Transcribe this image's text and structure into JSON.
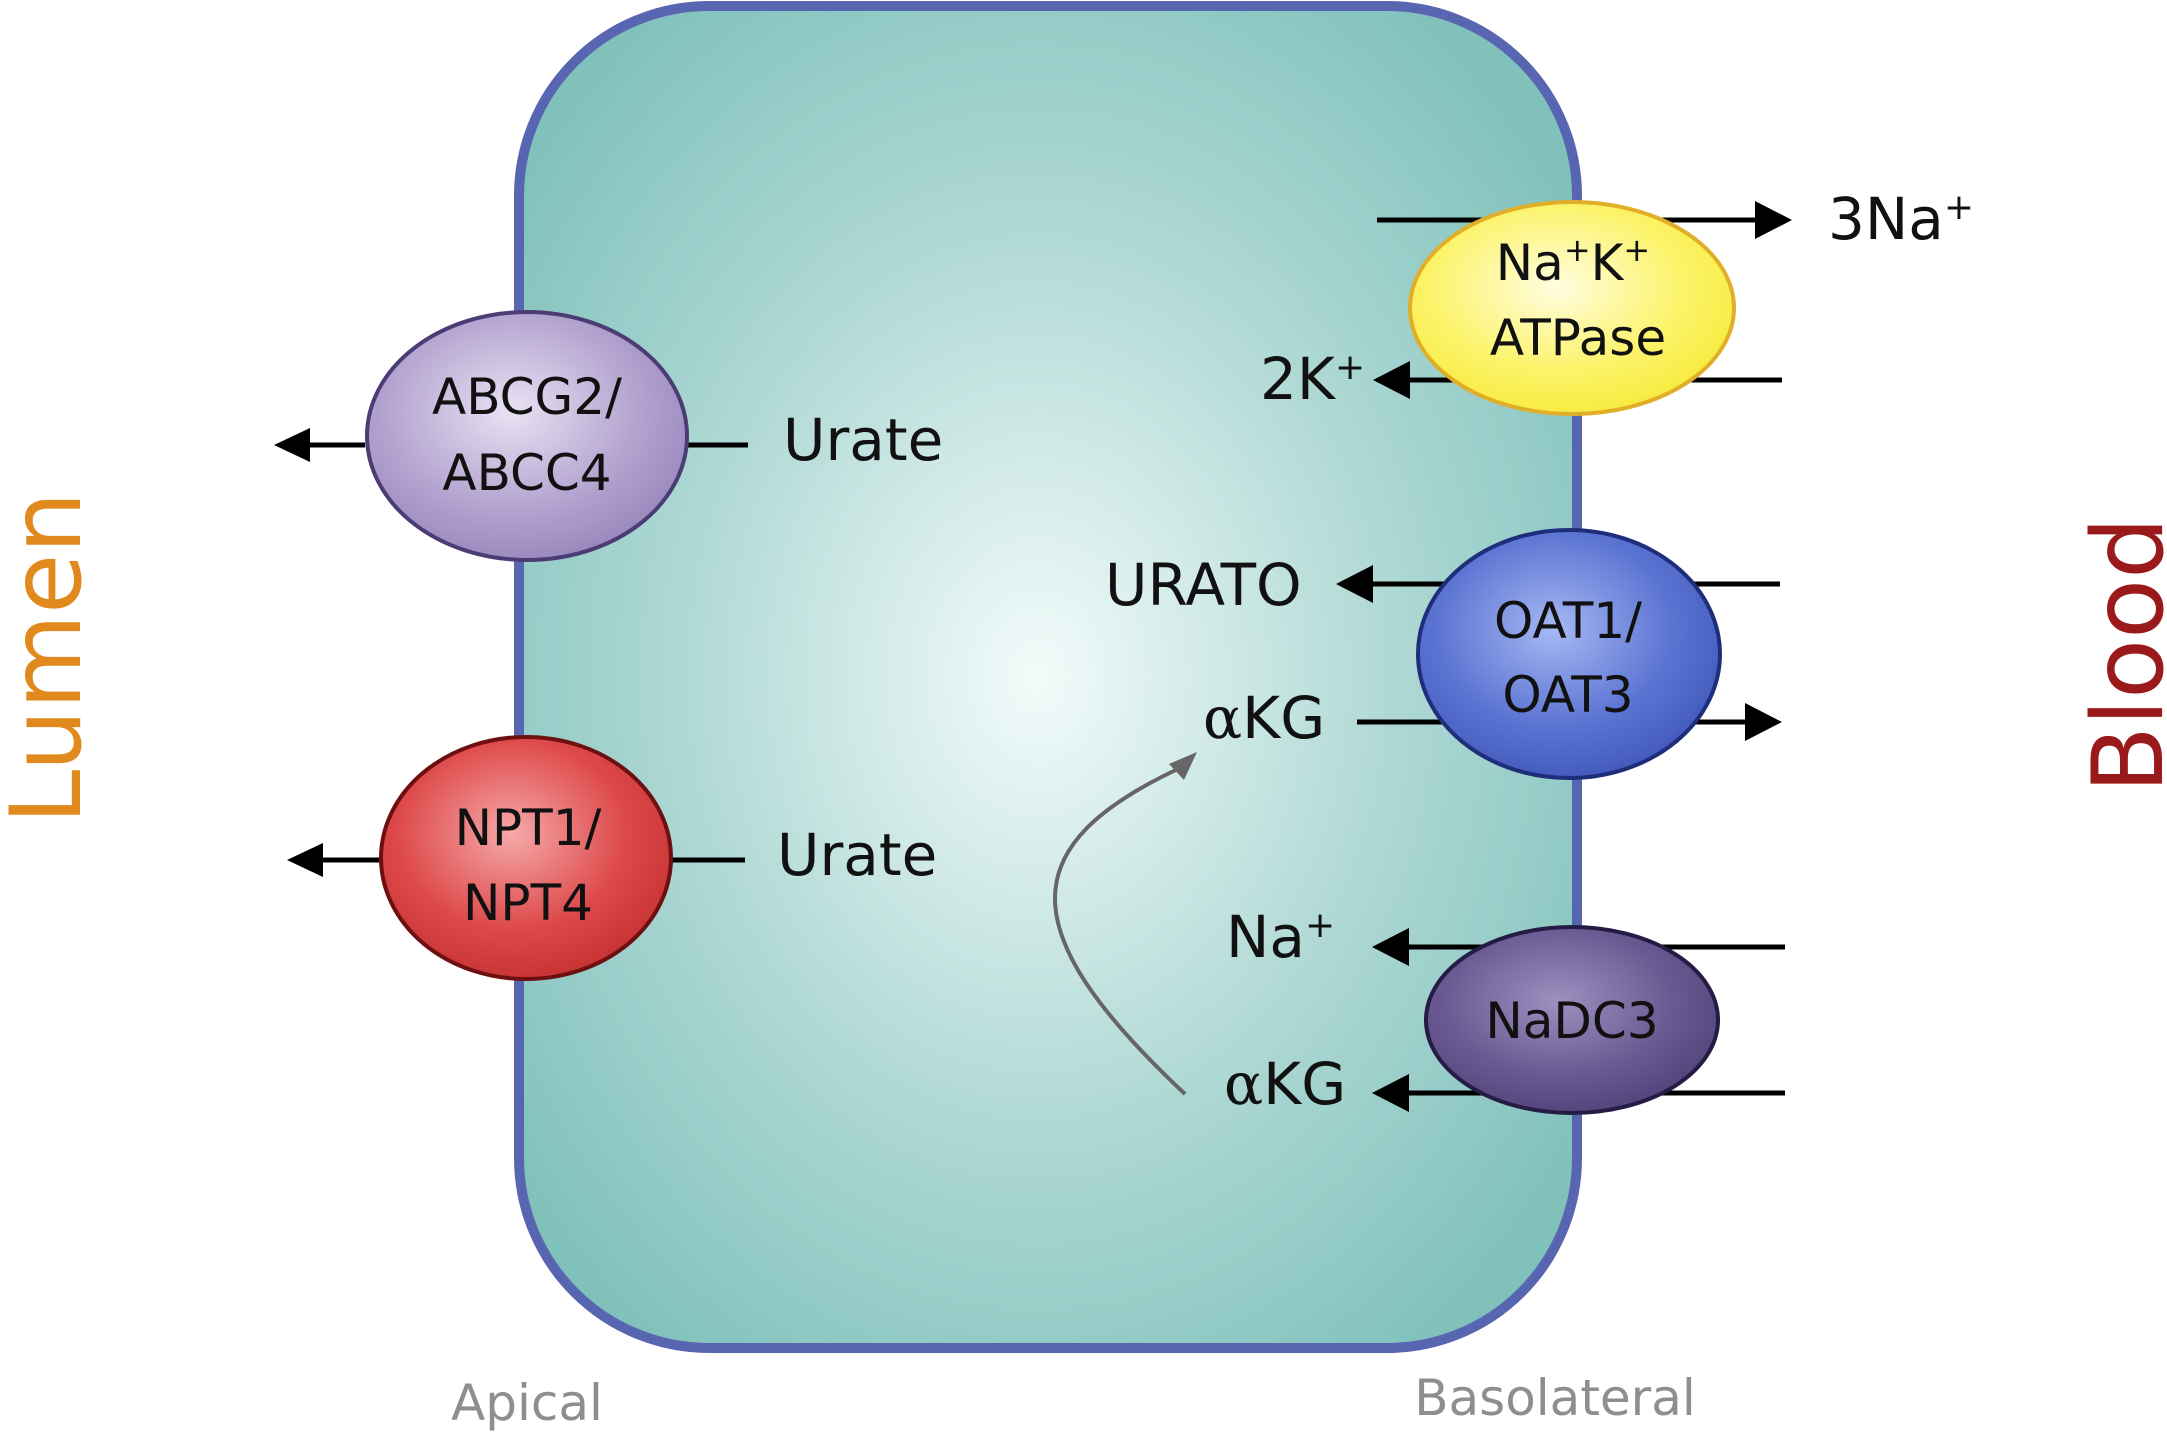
{
  "colors": {
    "cell_fill_center": "#f2fbfa",
    "cell_fill_edge": "#80c1bc",
    "cell_border": "#5865b0",
    "lumen_text": "#e08a1e",
    "blood_text": "#9a1a1c",
    "membrane_label": "#8e8e8e",
    "arrow": "#000000",
    "curved_arrow": "#666666",
    "abcg2": "#a493c2",
    "npt": "#d63a3c",
    "atpase": "#fbf04a",
    "oat": "#5269c8",
    "nadc3": "#6a5a92"
  },
  "side_labels": {
    "lumen": "Lumen",
    "blood": "Blood"
  },
  "membrane_labels": {
    "apical": "Apical",
    "basolateral": "Basolateral"
  },
  "transporters": {
    "abcg2": {
      "line1": "ABCG2/",
      "line2": "ABCC4"
    },
    "npt": {
      "line1": "NPT1/",
      "line2": "NPT4"
    },
    "atpase": {
      "line1": "ATPase"
    },
    "oat": {
      "line1": "OAT1/",
      "line2": "OAT3"
    },
    "nadc3": {
      "label": "NaDC3"
    }
  },
  "substrates": {
    "urate_top": "Urate",
    "urate_bottom": "Urate",
    "three_na": "3Na",
    "two_k": "2K",
    "urato": "URATO",
    "akg_oat": "KG",
    "na": "Na",
    "akg_nadc3": "KG"
  },
  "atpase_ions": {
    "na": "Na",
    "k": "K"
  },
  "symbols": {
    "plus": "+",
    "alpha": "α"
  }
}
